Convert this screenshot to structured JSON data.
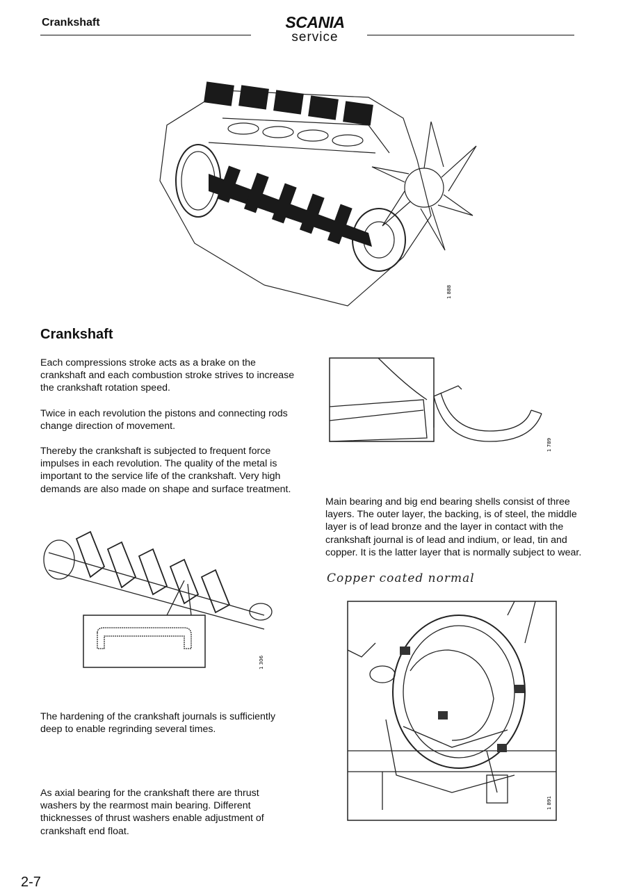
{
  "header": {
    "section": "Crankshaft",
    "brand": "SCANIA",
    "brand_sub": "service"
  },
  "title": "Crankshaft",
  "left_paragraphs": [
    "Each compressions stroke acts as a brake on the crankshaft and each combustion stroke strives to increase the crankshaft rotation speed.",
    "Twice in each revolution the pistons and connecting rods change direction of movement.",
    "Thereby the crankshaft is subjected to frequent force impulses in each revolution. The quality of the metal is important to the service life of the crankshaft. Very high demands are also made on shape and surface treatment.",
    "The hardening of the crankshaft journals is sufficiently deep to enable regrinding several times.",
    "As axial bearing for the crankshaft there are thrust washers by the rearmost main bearing. Different thicknesses of thrust washers enable adjustment of crankshaft end float."
  ],
  "right_paragraph": "Main bearing and big end bearing shells consist of three layers. The outer layer, the backing, is of steel, the middle layer is of lead bronze and the layer in contact with the crankshaft journal is of lead and indium, or lead, tin and copper. It is the latter layer that is normally subject to wear.",
  "handwritten_note": "Copper coated normal",
  "figures": {
    "engine_code": "1 888",
    "bearing_shell_code": "1 789",
    "crankshaft_code": "1 306",
    "thrust_bearing_code": "1 891"
  },
  "page_number": "2-7"
}
